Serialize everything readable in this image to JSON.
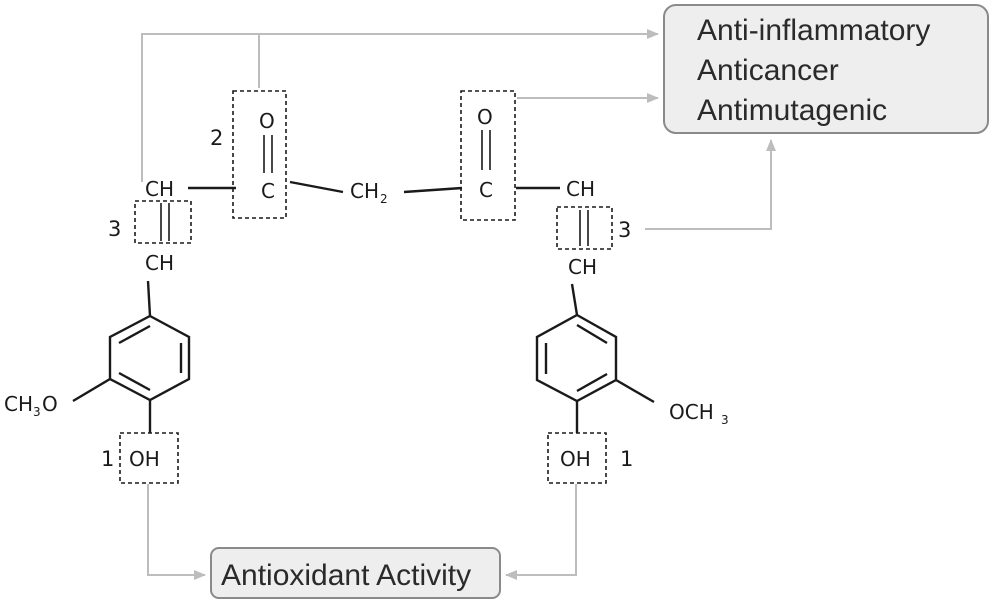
{
  "activities": {
    "line1": "Anti-inflammatory",
    "line2": "Anticancer",
    "line3": "Antimutagenic"
  },
  "antioxidant": "Antioxidant Activity",
  "molecule": {
    "left_ch_top": "CH",
    "left_ch_bottom": "CH",
    "right_ch_top": "CH",
    "right_ch_bottom": "CH",
    "carbonyl_left_o": "O",
    "carbonyl_left_c": "C",
    "carbonyl_right_o": "O",
    "carbonyl_right_c": "C",
    "methylene_ch": "CH",
    "methylene_sub": "2",
    "methoxy_left_ch": "CH",
    "methoxy_left_sub": "3",
    "methoxy_left_o": "O",
    "methoxy_right_och": "OCH",
    "methoxy_right_sub": "3",
    "hydroxyl_left": "OH",
    "hydroxyl_right": "OH"
  },
  "sites": {
    "label_1_left": "1",
    "label_1_right": "1",
    "label_2": "2",
    "label_3_left": "3",
    "label_3_right": "3"
  },
  "colors": {
    "arrow": "#bdbdbd",
    "box_fill": "#eeeeee",
    "box_border": "#8a8a8a",
    "structure": "#1a1a1a"
  }
}
